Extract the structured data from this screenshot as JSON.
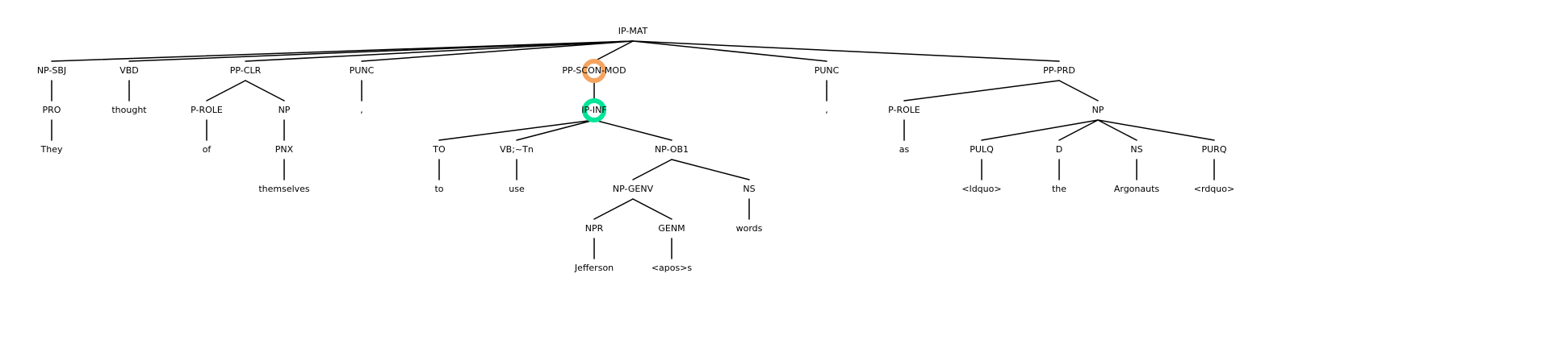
{
  "diagram": {
    "type": "syntax-tree",
    "highlight_colors": {
      "orange": "#f4a460",
      "green": "#00e59a"
    },
    "nodes": [
      {
        "id": "n0",
        "label": "IP-MAT"
      },
      {
        "id": "n1",
        "label": "NP-SBJ",
        "parent": "n0"
      },
      {
        "id": "n2",
        "label": "PRO",
        "parent": "n1"
      },
      {
        "id": "n3",
        "label": "They",
        "parent": "n2"
      },
      {
        "id": "n4",
        "label": "VBD",
        "parent": "n0"
      },
      {
        "id": "n5",
        "label": "thought",
        "parent": "n4"
      },
      {
        "id": "n6",
        "label": "PP-CLR",
        "parent": "n0"
      },
      {
        "id": "n7",
        "label": "P-ROLE",
        "parent": "n6"
      },
      {
        "id": "n8",
        "label": "of",
        "parent": "n7"
      },
      {
        "id": "n9",
        "label": "NP",
        "parent": "n6"
      },
      {
        "id": "n10",
        "label": "PNX",
        "parent": "n9"
      },
      {
        "id": "n11",
        "label": "themselves",
        "parent": "n10"
      },
      {
        "id": "n12",
        "label": "PUNC",
        "parent": "n0"
      },
      {
        "id": "n13",
        "label": ",",
        "parent": "n12"
      },
      {
        "id": "n14",
        "label": "PP-SCON-MOD",
        "parent": "n0",
        "highlight": "orange"
      },
      {
        "id": "n15",
        "label": "IP-INF",
        "parent": "n14",
        "highlight": "green"
      },
      {
        "id": "n16",
        "label": "TO",
        "parent": "n15"
      },
      {
        "id": "n17",
        "label": "to",
        "parent": "n16"
      },
      {
        "id": "n18",
        "label": "VB;~Tn",
        "parent": "n15"
      },
      {
        "id": "n19",
        "label": "use",
        "parent": "n18"
      },
      {
        "id": "n20",
        "label": "NP-OB1",
        "parent": "n15"
      },
      {
        "id": "n21",
        "label": "NP-GENV",
        "parent": "n20"
      },
      {
        "id": "n22",
        "label": "NPR",
        "parent": "n21"
      },
      {
        "id": "n23",
        "label": "Jefferson",
        "parent": "n22"
      },
      {
        "id": "n24",
        "label": "GENM",
        "parent": "n21"
      },
      {
        "id": "n25",
        "label": "<apos>s",
        "parent": "n24"
      },
      {
        "id": "n26",
        "label": "NS",
        "parent": "n20"
      },
      {
        "id": "n27",
        "label": "words",
        "parent": "n26"
      },
      {
        "id": "n28",
        "label": "PUNC",
        "parent": "n0"
      },
      {
        "id": "n29",
        "label": ",",
        "parent": "n28"
      },
      {
        "id": "n30",
        "label": "PP-PRD",
        "parent": "n0"
      },
      {
        "id": "n31",
        "label": "P-ROLE",
        "parent": "n30"
      },
      {
        "id": "n32",
        "label": "as",
        "parent": "n31"
      },
      {
        "id": "n33",
        "label": "NP",
        "parent": "n30"
      },
      {
        "id": "n34",
        "label": "PULQ",
        "parent": "n33"
      },
      {
        "id": "n35",
        "label": "<ldquo>",
        "parent": "n34"
      },
      {
        "id": "n36",
        "label": "D",
        "parent": "n33"
      },
      {
        "id": "n37",
        "label": "the",
        "parent": "n36"
      },
      {
        "id": "n38",
        "label": "NS",
        "parent": "n33"
      },
      {
        "id": "n39",
        "label": "Argonauts",
        "parent": "n38"
      },
      {
        "id": "n40",
        "label": "PURQ",
        "parent": "n33"
      },
      {
        "id": "n41",
        "label": "<rdquo>",
        "parent": "n40"
      }
    ]
  }
}
